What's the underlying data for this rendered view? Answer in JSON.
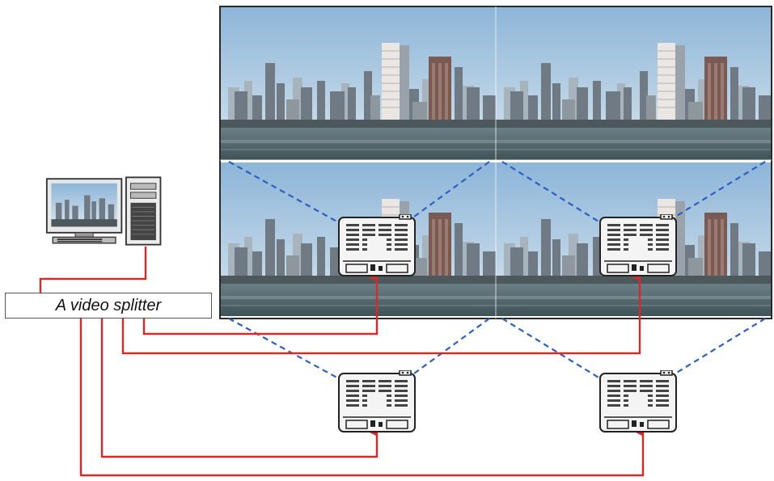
{
  "splitter": {
    "label": "A video splitter"
  },
  "colors": {
    "cable": "#d42a2a",
    "projection_lines": "#2c5fc4",
    "wall_border": "#2a2a2a",
    "sky_top": "#8db5d8",
    "sky_bottom": "#d6e4ee",
    "water": "#55686e"
  },
  "video_wall": {
    "rows": 2,
    "cols": 2,
    "image": "city-skyline"
  },
  "projectors": [
    {
      "name": "projector-top-left",
      "row": "upper"
    },
    {
      "name": "projector-top-right",
      "row": "upper"
    },
    {
      "name": "projector-bottom-left",
      "row": "lower"
    },
    {
      "name": "projector-bottom-right",
      "row": "lower"
    }
  ]
}
